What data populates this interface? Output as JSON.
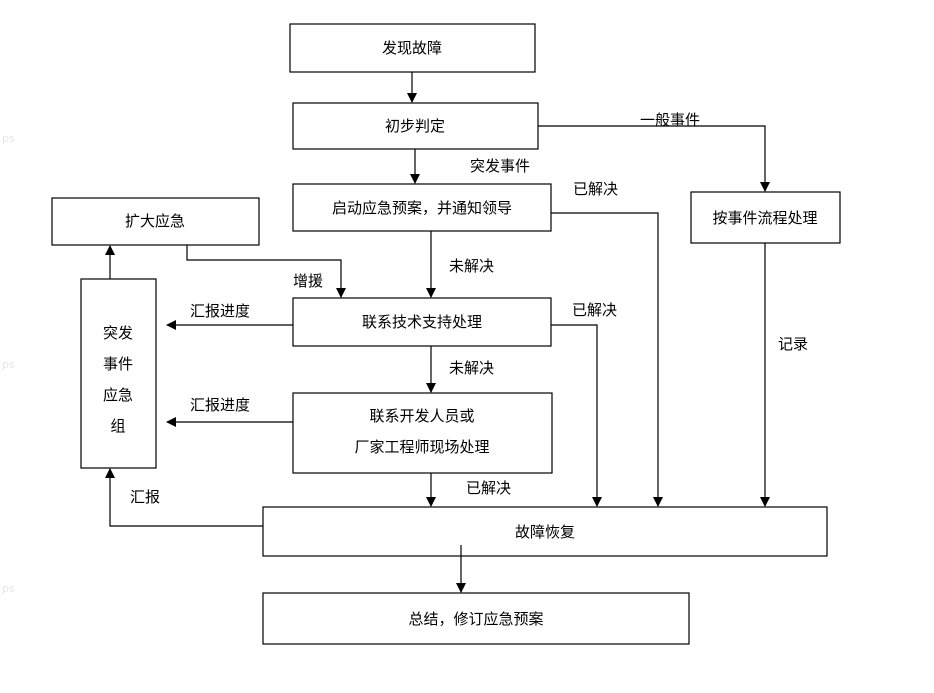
{
  "nodes": {
    "discover_fault": "发现故障",
    "preliminary_judgment": "初步判定",
    "start_emergency_plan": "启动应急预案，并通知领导",
    "expand_emergency": "扩大应急",
    "emergency_team": [
      "突发",
      "事件",
      "应急",
      "组"
    ],
    "contact_tech_support": "联系技术支持处理",
    "contact_developer": [
      "联系开发人员或",
      "厂家工程师现场处理"
    ],
    "event_process": "按事件流程处理",
    "fault_recovery": "故障恢复",
    "summary": "总结，修订应急预案"
  },
  "labels": {
    "general_event": "一般事件",
    "sudden_event": "突发事件",
    "resolved_1": "已解决",
    "unresolved_1": "未解决",
    "reinforce": "增援",
    "report_progress_1": "汇报进度",
    "resolved_2": "已解决",
    "unresolved_2": "未解决",
    "report_progress_2": "汇报进度",
    "resolved_3": "已解决",
    "report": "汇报",
    "record": "记录"
  },
  "watermark": "ps"
}
